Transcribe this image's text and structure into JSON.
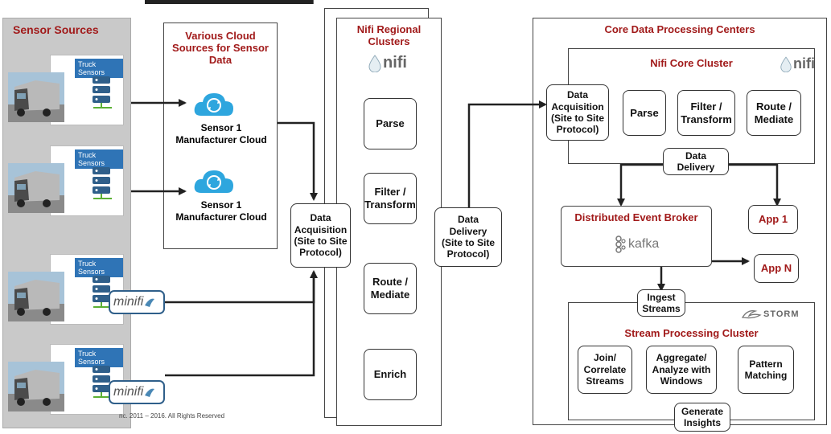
{
  "left_panel": {
    "title": "Sensor Sources",
    "sensor_label": "Truck Sensors"
  },
  "cloud_panel": {
    "title": "Various Cloud\nSources for Sensor\nData",
    "clouds": [
      {
        "label": "Sensor 1\nManufacturer Cloud"
      },
      {
        "label": "Sensor 1\nManufacturer Cloud"
      }
    ]
  },
  "minifi_label": "minifi",
  "acquisition_left": "Data\nAcquisition\n(Site to Site\nProtocol)",
  "regional": {
    "title": "Nifi Regional\nClusters",
    "logo": "nifi",
    "steps": [
      "Parse",
      "Filter /\nTransform",
      "Route /\nMediate",
      "Enrich"
    ]
  },
  "delivery_mid": "Data\nDelivery\n(Site to Site\nProtocol)",
  "core": {
    "title": "Core Data Processing Centers",
    "nifi_core": {
      "title": "Nifi Core Cluster",
      "logo": "nifi",
      "acquisition": "Data\nAcquisition\n(Site to Site\nProtocol)",
      "steps": [
        "Parse",
        "Filter /\nTransform",
        "Route /\nMediate"
      ],
      "delivery": "Data\nDelivery"
    },
    "broker": {
      "title": "Distributed Event Broker",
      "logo": "kafka"
    },
    "app1": "App 1",
    "appn": "App N",
    "ingest": "Ingest\nStreams",
    "storm_logo": "STORM",
    "stream_cluster": {
      "title": "Stream Processing Cluster",
      "steps": [
        "Join/\nCorrelate\nStreams",
        "Aggregate/\nAnalyze with\nWindows",
        "Pattern\nMatching"
      ]
    },
    "generate": "Generate\nInsights"
  },
  "copyright": "nc. 2011 – 2016. All Rights Reserved",
  "colors": {
    "accent_red": "#a11a1a",
    "blue_label": "#2f74b6",
    "cloud_blue": "#2ea6de",
    "gray_panel": "#c9c9c9"
  }
}
